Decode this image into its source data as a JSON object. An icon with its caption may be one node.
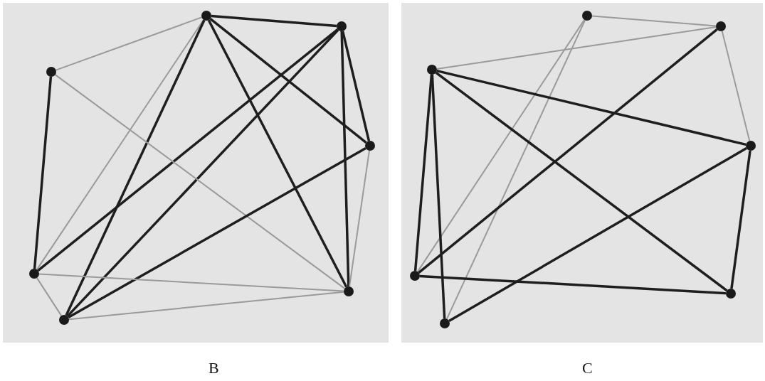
{
  "diagram": {
    "nodes": [
      {
        "text": [],
        "shape": "circle"
      },
      {
        "text": [],
        "shape": "circle"
      },
      {
        "text": [],
        "shape": "circle"
      },
      {
        "text": [],
        "shape": "circle"
      },
      {
        "text": [],
        "shape": "circle"
      },
      {
        "text": [],
        "shape": "circle"
      },
      {
        "text": [],
        "shape": "circle"
      },
      {
        "text": [],
        "shape": "circle"
      },
      {
        "text": [],
        "shape": "circle"
      },
      {
        "text": [],
        "shape": "circle"
      },
      {
        "text": [],
        "shape": "circle"
      },
      {
        "text": [],
        "shape": "circle"
      },
      {
        "text": [],
        "shape": "circle"
      },
      {
        "text": [],
        "shape": "circle"
      }
    ],
    "edges": [
      {
        "from": 0,
        "to": 1,
        "arrow": "none"
      },
      {
        "from": 0,
        "to": 2,
        "arrow": "none",
        "color": "#9a9a9a"
      },
      {
        "from": 0,
        "to": 4,
        "arrow": "none",
        "color": "#9a9a9a"
      },
      {
        "from": 0,
        "to": 6,
        "arrow": "none"
      },
      {
        "from": 0,
        "to": 3,
        "arrow": "none"
      },
      {
        "from": 0,
        "to": 5,
        "arrow": "none"
      },
      {
        "from": 1,
        "to": 4,
        "arrow": "none"
      },
      {
        "from": 1,
        "to": 6,
        "arrow": "none"
      },
      {
        "from": 1,
        "to": 3,
        "arrow": "none"
      },
      {
        "from": 1,
        "to": 5,
        "arrow": "none"
      },
      {
        "from": 2,
        "to": 4,
        "arrow": "none"
      },
      {
        "from": 2,
        "to": 5,
        "arrow": "none",
        "color": "#9a9a9a"
      },
      {
        "from": 3,
        "to": 6,
        "arrow": "none"
      },
      {
        "from": 3,
        "to": 5,
        "arrow": "none",
        "color": "#9a9a9a"
      },
      {
        "from": 4,
        "to": 5,
        "arrow": "none",
        "color": "#9a9a9a"
      },
      {
        "from": 4,
        "to": 6,
        "arrow": "none",
        "color": "#9a9a9a"
      },
      {
        "from": 6,
        "to": 5,
        "arrow": "none",
        "color": "#9a9a9a"
      },
      {
        "from": 7,
        "to": 8,
        "arrow": "none",
        "color": "#9a9a9a"
      },
      {
        "from": 7,
        "to": 11,
        "arrow": "none",
        "color": "#9a9a9a"
      },
      {
        "from": 7,
        "to": 13,
        "arrow": "none",
        "color": "#9a9a9a"
      },
      {
        "from": 9,
        "to": 8,
        "arrow": "none",
        "color": "#9a9a9a"
      },
      {
        "from": 8,
        "to": 10,
        "arrow": "none",
        "color": "#9a9a9a"
      },
      {
        "from": 8,
        "to": 11,
        "arrow": "none"
      },
      {
        "from": 9,
        "to": 10,
        "arrow": "none"
      },
      {
        "from": 9,
        "to": 12,
        "arrow": "none"
      },
      {
        "from": 9,
        "to": 11,
        "arrow": "none"
      },
      {
        "from": 9,
        "to": 13,
        "arrow": "none"
      },
      {
        "from": 10,
        "to": 13,
        "arrow": "none"
      },
      {
        "from": 10,
        "to": 12,
        "arrow": "none"
      },
      {
        "from": 11,
        "to": 12,
        "arrow": "none"
      }
    ],
    "labels": [
      "B",
      "C"
    ]
  }
}
